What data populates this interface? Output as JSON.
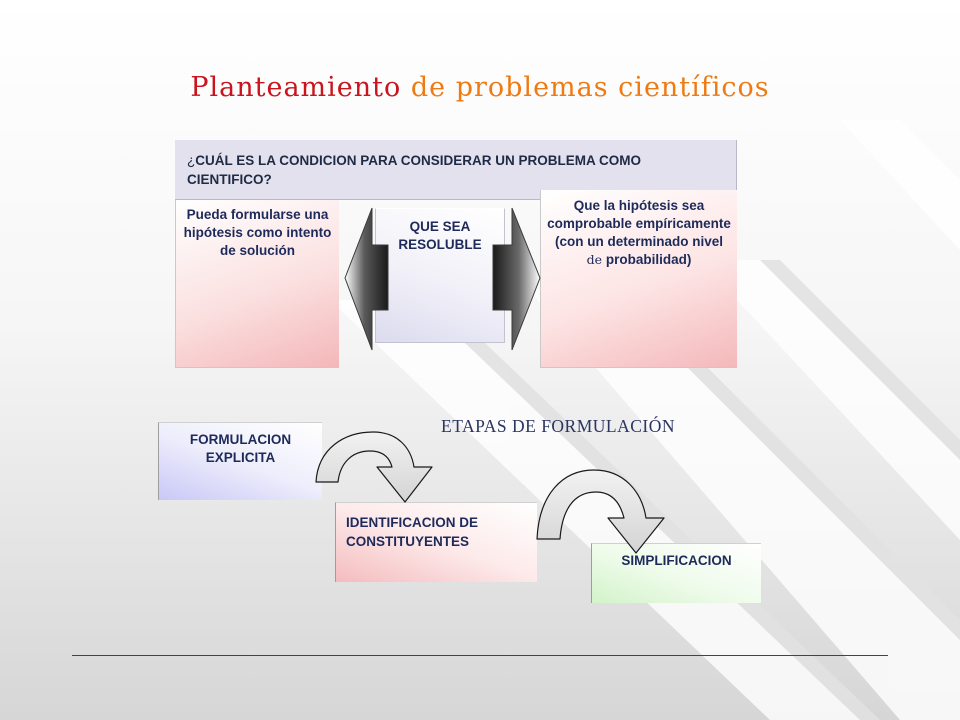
{
  "title": {
    "part1": "Planteamiento",
    "part2": "de problemas científicos"
  },
  "question": {
    "mark": "¿",
    "text": "CUÁL ES LA CONDICION PARA CONSIDERAR UN PROBLEMA COMO CIENTIFICO?"
  },
  "conditions": {
    "left": "Pueda formularse una hipótesis como intento de solución",
    "center": "QUE SEA RESOLUBLE",
    "right": {
      "line1": "Que la hipótesis sea comprobable empíricamente",
      "line2_pre": "(con un determinado nivel",
      "line2_de": "de",
      "line2_post": "probabilidad)"
    }
  },
  "stages": {
    "heading": "ETAPAS DE FORMULACIÓN",
    "steps": [
      "FORMULACION EXPLICITA",
      "IDENTIFICACION DE CONSTITUYENTES",
      "SIMPLIFICACION"
    ]
  },
  "colors": {
    "title_primary": "#c8141e",
    "title_secondary": "#ee7a12",
    "text_navy": "#1d2a5a",
    "panel_lavender": "#e3e1ee",
    "box_pink": "#f4b7b9",
    "box_blue": "#c9c8f6",
    "box_green": "#d3f3c9",
    "divider": "#3a3f7a"
  },
  "icons": [
    "double-arrow-left-icon",
    "double-arrow-right-icon",
    "curved-arrow-icon"
  ]
}
